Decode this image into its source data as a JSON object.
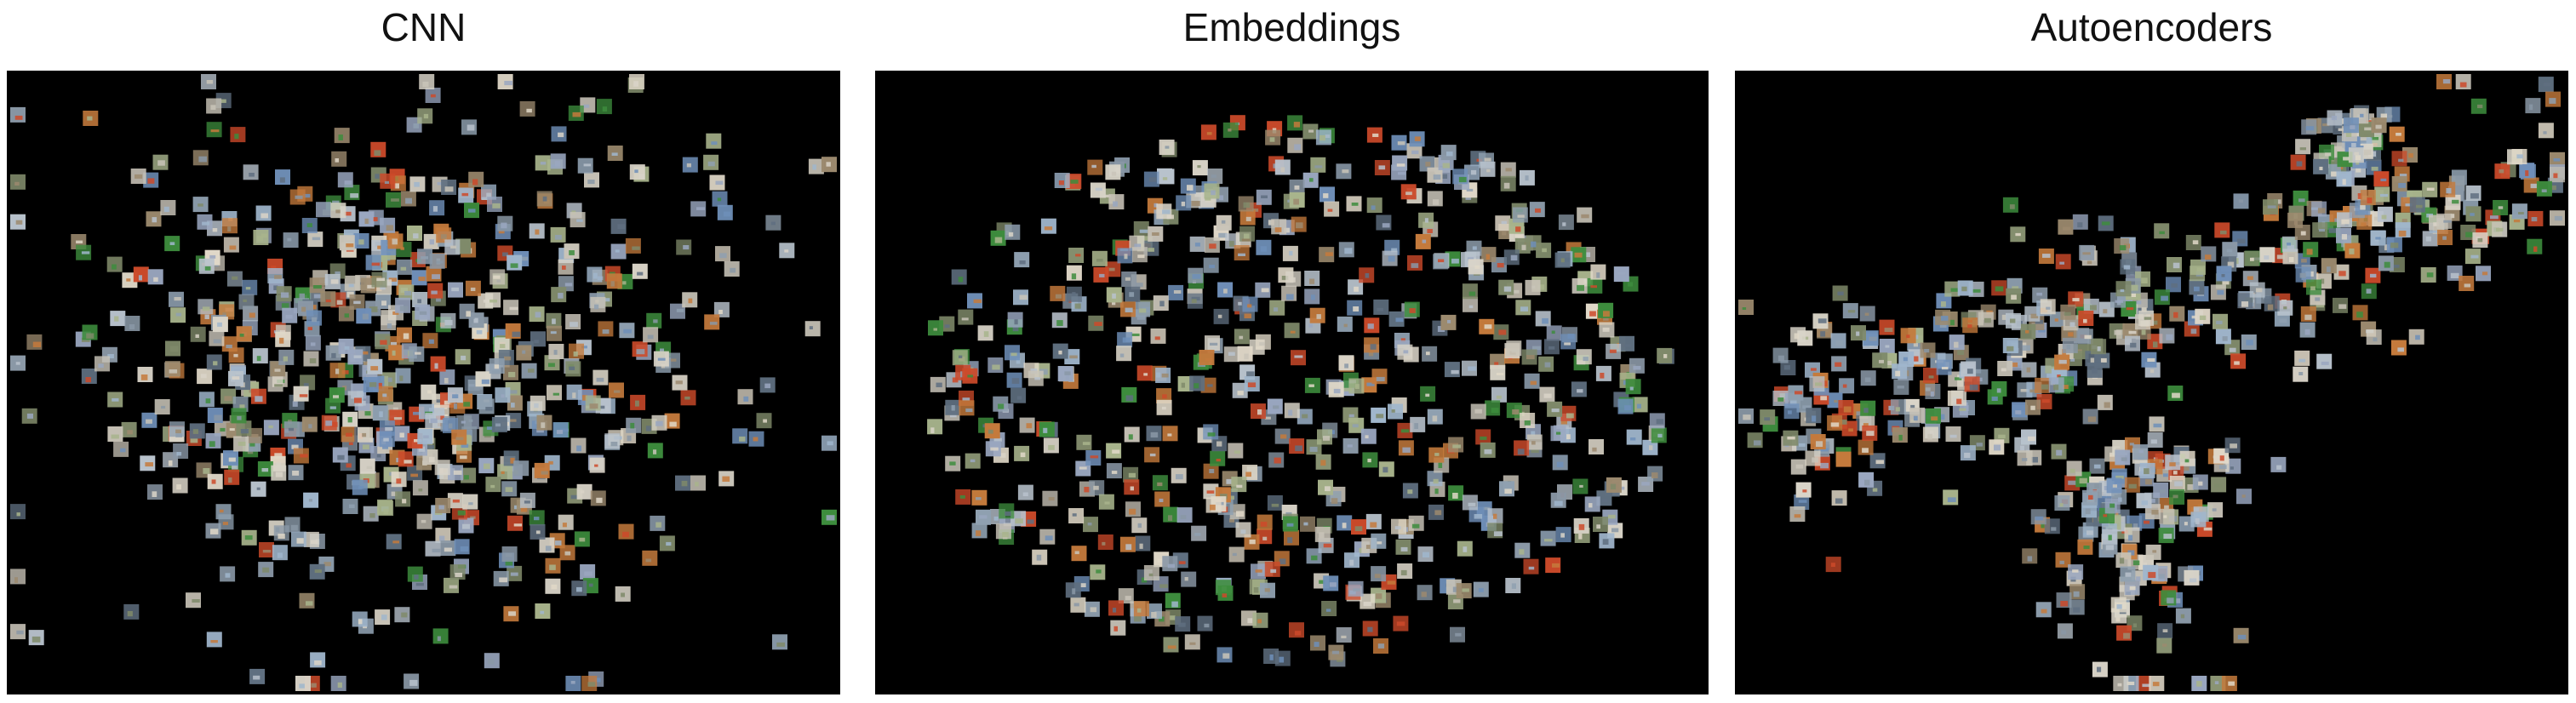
{
  "panels": [
    {
      "key": "cnn",
      "title": "CNN",
      "thumb_count": 640
    },
    {
      "key": "embeddings",
      "title": "Embeddings",
      "thumb_count": 600
    },
    {
      "key": "autoencoders",
      "title": "Autoencoders",
      "thumb_count": 620
    }
  ],
  "background_color": "#000000",
  "thumbnail_palette": [
    "#b8c2cc",
    "#8a98a6",
    "#6f8fb8",
    "#a0b6cc",
    "#7f8a6a",
    "#9c8a6e",
    "#c9c4b8",
    "#5f6f80",
    "#d9d4c8",
    "#8fa0b0",
    "#a8b48c",
    "#c47a3c",
    "#3d8c3d",
    "#cc4a2a",
    "#9aa7c0",
    "#e0d8c8"
  ]
}
